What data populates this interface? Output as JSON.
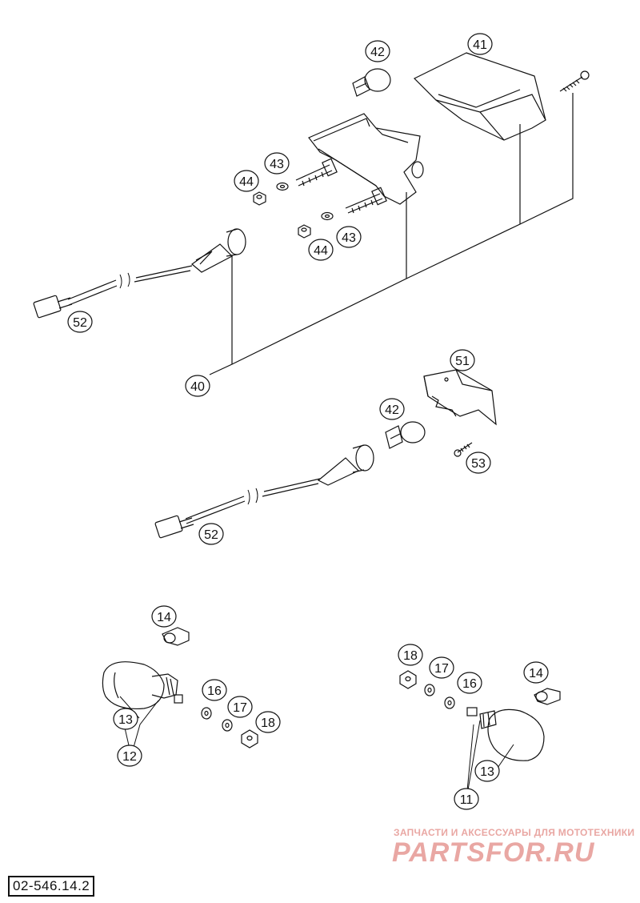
{
  "diagram_code": "02-546.14.2",
  "watermark": {
    "caption": "ЗАПЧАСТИ И АКСЕССУАРЫ ДЛЯ МОТОТЕХНИКИ",
    "logo": "PARTSFOR.RU"
  },
  "callouts": {
    "c40": "40",
    "c41": "41",
    "c42a": "42",
    "c43a": "43",
    "c44a": "44",
    "c43b": "43",
    "c44b": "44",
    "c52a": "52",
    "c51": "51",
    "c42b": "42",
    "c53": "53",
    "c52b": "52",
    "c14a": "14",
    "c16a": "16",
    "c17a": "17",
    "c18a": "18",
    "c13a": "13",
    "c12": "12",
    "c18b": "18",
    "c17b": "17",
    "c16b": "16",
    "c14b": "14",
    "c13b": "13",
    "c11": "11"
  },
  "colors": {
    "line": "#111111",
    "watermark": "#e9a7a3"
  }
}
